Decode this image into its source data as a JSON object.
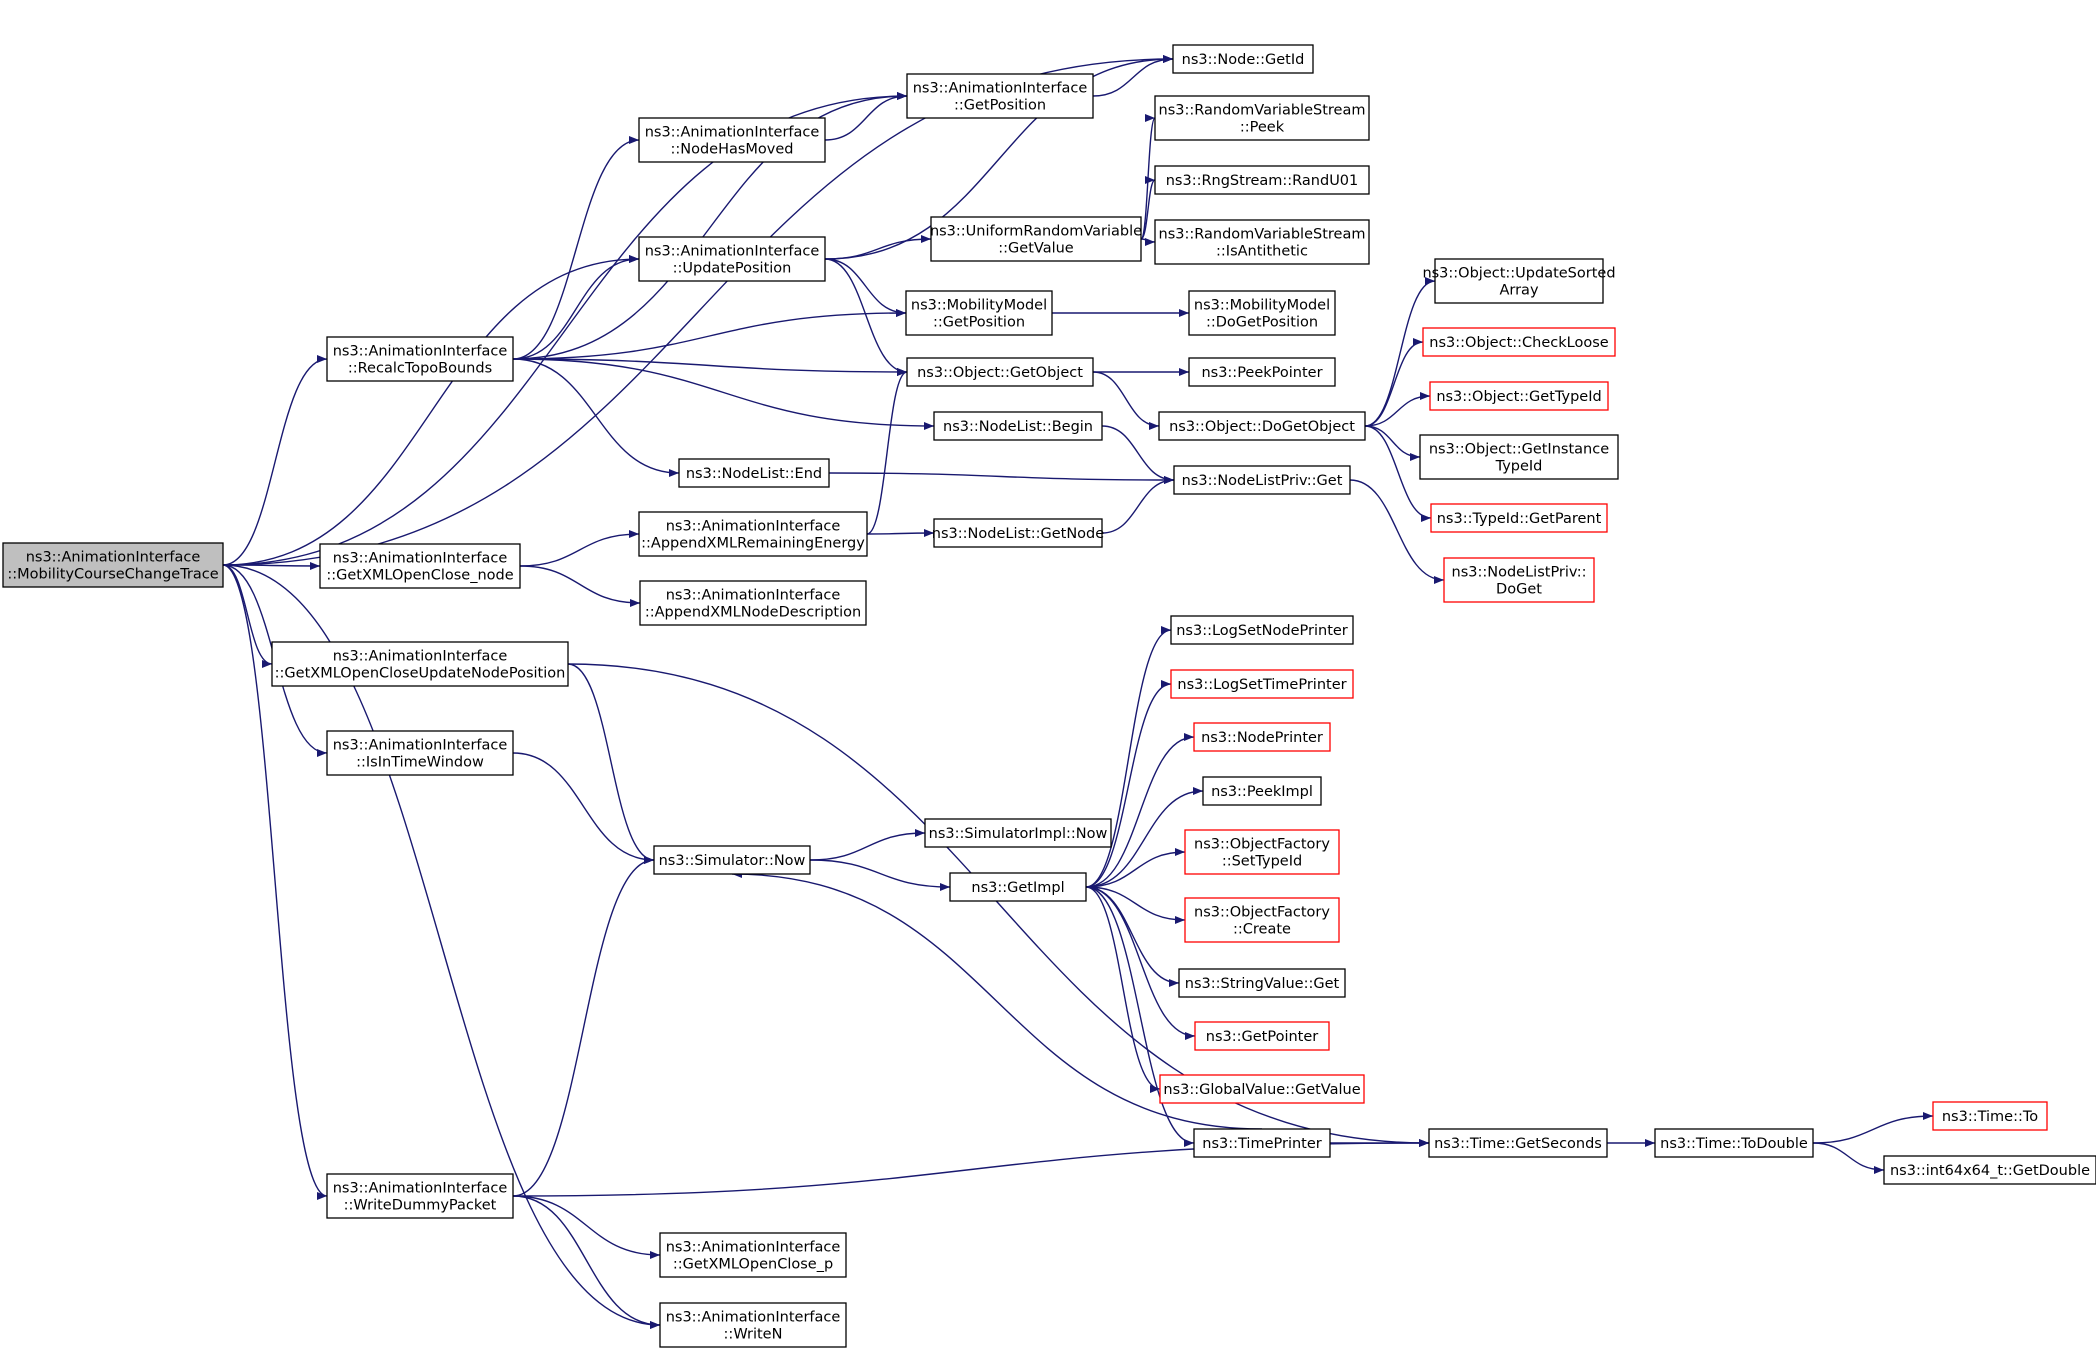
{
  "nodes": [
    {
      "id": "root",
      "lines": [
        "ns3::AnimationInterface",
        "::MobilityCourseChangeTrace"
      ],
      "style": "root"
    },
    {
      "id": "getid",
      "lines": [
        "ns3::Node::GetId"
      ],
      "style": "normal"
    },
    {
      "id": "ai_getpos",
      "lines": [
        "ns3::AnimationInterface",
        "::GetPosition"
      ],
      "style": "normal"
    },
    {
      "id": "nodehasmoved",
      "lines": [
        "ns3::AnimationInterface",
        "::NodeHasMoved"
      ],
      "style": "normal"
    },
    {
      "id": "rvs_peek",
      "lines": [
        "ns3::RandomVariableStream",
        "::Peek"
      ],
      "style": "normal"
    },
    {
      "id": "randu01",
      "lines": [
        "ns3::RngStream::RandU01"
      ],
      "style": "normal"
    },
    {
      "id": "urv_getvalue",
      "lines": [
        "ns3::UniformRandomVariable",
        "::GetValue"
      ],
      "style": "normal"
    },
    {
      "id": "rvs_isanti",
      "lines": [
        "ns3::RandomVariableStream",
        "::IsAntithetic"
      ],
      "style": "normal"
    },
    {
      "id": "updatepos",
      "lines": [
        "ns3::AnimationInterface",
        "::UpdatePosition"
      ],
      "style": "normal"
    },
    {
      "id": "mm_getpos",
      "lines": [
        "ns3::MobilityModel",
        "::GetPosition"
      ],
      "style": "normal"
    },
    {
      "id": "mm_dogetpos",
      "lines": [
        "ns3::MobilityModel",
        "::DoGetPosition"
      ],
      "style": "normal"
    },
    {
      "id": "obj_updsorted",
      "lines": [
        "ns3::Object::UpdateSorted",
        "Array"
      ],
      "style": "normal"
    },
    {
      "id": "recalc",
      "lines": [
        "ns3::AnimationInterface",
        "::RecalcTopoBounds"
      ],
      "style": "normal"
    },
    {
      "id": "obj_getobject",
      "lines": [
        "ns3::Object::GetObject"
      ],
      "style": "normal"
    },
    {
      "id": "peekpointer",
      "lines": [
        "ns3::PeekPointer"
      ],
      "style": "normal"
    },
    {
      "id": "obj_checkloose",
      "lines": [
        "ns3::Object::CheckLoose"
      ],
      "style": "red"
    },
    {
      "id": "obj_gettypeid",
      "lines": [
        "ns3::Object::GetTypeId"
      ],
      "style": "red"
    },
    {
      "id": "nl_begin",
      "lines": [
        "ns3::NodeList::Begin"
      ],
      "style": "normal"
    },
    {
      "id": "obj_dogetobject",
      "lines": [
        "ns3::Object::DoGetObject"
      ],
      "style": "normal"
    },
    {
      "id": "obj_getinst",
      "lines": [
        "ns3::Object::GetInstance",
        "TypeId"
      ],
      "style": "normal"
    },
    {
      "id": "nl_end",
      "lines": [
        "ns3::NodeList::End"
      ],
      "style": "normal"
    },
    {
      "id": "nlp_get",
      "lines": [
        "ns3::NodeListPriv::Get"
      ],
      "style": "normal"
    },
    {
      "id": "typeid_getparent",
      "lines": [
        "ns3::TypeId::GetParent"
      ],
      "style": "red"
    },
    {
      "id": "appendenergy",
      "lines": [
        "ns3::AnimationInterface",
        "::AppendXMLRemainingEnergy"
      ],
      "style": "normal"
    },
    {
      "id": "nl_getnode",
      "lines": [
        "ns3::NodeList::GetNode"
      ],
      "style": "normal"
    },
    {
      "id": "nlp_doget",
      "lines": [
        "ns3::NodeListPriv::",
        "DoGet"
      ],
      "style": "red"
    },
    {
      "id": "getxml_node",
      "lines": [
        "ns3::AnimationInterface",
        "::GetXMLOpenClose_node"
      ],
      "style": "normal"
    },
    {
      "id": "appendnodedesc",
      "lines": [
        "ns3::AnimationInterface",
        "::AppendXMLNodeDescription"
      ],
      "style": "normal"
    },
    {
      "id": "logsetnode",
      "lines": [
        "ns3::LogSetNodePrinter"
      ],
      "style": "normal"
    },
    {
      "id": "getxml_update",
      "lines": [
        "ns3::AnimationInterface",
        "::GetXMLOpenCloseUpdateNodePosition"
      ],
      "style": "normal"
    },
    {
      "id": "logsettime",
      "lines": [
        "ns3::LogSetTimePrinter"
      ],
      "style": "red"
    },
    {
      "id": "nodeprinter",
      "lines": [
        "ns3::NodePrinter"
      ],
      "style": "red"
    },
    {
      "id": "istimewindow",
      "lines": [
        "ns3::AnimationInterface",
        "::IsInTimeWindow"
      ],
      "style": "normal"
    },
    {
      "id": "peekimpl",
      "lines": [
        "ns3::PeekImpl"
      ],
      "style": "normal"
    },
    {
      "id": "simimpl_now",
      "lines": [
        "ns3::SimulatorImpl::Now"
      ],
      "style": "normal"
    },
    {
      "id": "of_settypeid",
      "lines": [
        "ns3::ObjectFactory",
        "::SetTypeId"
      ],
      "style": "red"
    },
    {
      "id": "sim_now",
      "lines": [
        "ns3::Simulator::Now"
      ],
      "style": "normal"
    },
    {
      "id": "getimpl",
      "lines": [
        "ns3::GetImpl"
      ],
      "style": "normal"
    },
    {
      "id": "of_create",
      "lines": [
        "ns3::ObjectFactory",
        "::Create"
      ],
      "style": "red"
    },
    {
      "id": "stringvalue_get",
      "lines": [
        "ns3::StringValue::Get"
      ],
      "style": "normal"
    },
    {
      "id": "getpointer",
      "lines": [
        "ns3::GetPointer"
      ],
      "style": "red"
    },
    {
      "id": "gv_getvalue",
      "lines": [
        "ns3::GlobalValue::GetValue"
      ],
      "style": "red"
    },
    {
      "id": "time_to",
      "lines": [
        "ns3::Time::To"
      ],
      "style": "red"
    },
    {
      "id": "timeprinter",
      "lines": [
        "ns3::TimePrinter"
      ],
      "style": "normal"
    },
    {
      "id": "time_getseconds",
      "lines": [
        "ns3::Time::GetSeconds"
      ],
      "style": "normal"
    },
    {
      "id": "time_todouble",
      "lines": [
        "ns3::Time::ToDouble"
      ],
      "style": "normal"
    },
    {
      "id": "int64_getdouble",
      "lines": [
        "ns3::int64x64_t::GetDouble"
      ],
      "style": "normal"
    },
    {
      "id": "writedummy",
      "lines": [
        "ns3::AnimationInterface",
        "::WriteDummyPacket"
      ],
      "style": "normal"
    },
    {
      "id": "getxml_p",
      "lines": [
        "ns3::AnimationInterface",
        "::GetXMLOpenClose_p"
      ],
      "style": "normal"
    },
    {
      "id": "writen",
      "lines": [
        "ns3::AnimationInterface",
        "::WriteN"
      ],
      "style": "normal"
    }
  ],
  "edges": [
    [
      "root",
      "getid"
    ],
    [
      "root",
      "ai_getpos"
    ],
    [
      "root",
      "updatepos"
    ],
    [
      "root",
      "recalc"
    ],
    [
      "root",
      "getxml_node"
    ],
    [
      "root",
      "getxml_update"
    ],
    [
      "root",
      "istimewindow"
    ],
    [
      "root",
      "writedummy"
    ],
    [
      "root",
      "writen"
    ],
    [
      "ai_getpos",
      "getid"
    ],
    [
      "nodehasmoved",
      "ai_getpos"
    ],
    [
      "urv_getvalue",
      "rvs_peek"
    ],
    [
      "urv_getvalue",
      "randu01"
    ],
    [
      "urv_getvalue",
      "rvs_isanti"
    ],
    [
      "updatepos",
      "getid"
    ],
    [
      "updatepos",
      "urv_getvalue"
    ],
    [
      "updatepos",
      "mm_getpos"
    ],
    [
      "updatepos",
      "obj_getobject"
    ],
    [
      "mm_getpos",
      "mm_dogetpos"
    ],
    [
      "recalc",
      "nodehasmoved"
    ],
    [
      "recalc",
      "ai_getpos"
    ],
    [
      "recalc",
      "updatepos"
    ],
    [
      "recalc",
      "mm_getpos"
    ],
    [
      "recalc",
      "obj_getobject"
    ],
    [
      "recalc",
      "nl_begin"
    ],
    [
      "recalc",
      "nl_end"
    ],
    [
      "obj_getobject",
      "peekpointer"
    ],
    [
      "obj_getobject",
      "obj_dogetobject"
    ],
    [
      "obj_dogetobject",
      "obj_updsorted"
    ],
    [
      "obj_dogetobject",
      "obj_checkloose"
    ],
    [
      "obj_dogetobject",
      "obj_gettypeid"
    ],
    [
      "obj_dogetobject",
      "obj_getinst"
    ],
    [
      "obj_dogetobject",
      "typeid_getparent"
    ],
    [
      "nl_begin",
      "nlp_get"
    ],
    [
      "nl_end",
      "nlp_get"
    ],
    [
      "nlp_get",
      "nlp_doget"
    ],
    [
      "getxml_node",
      "appendenergy"
    ],
    [
      "getxml_node",
      "appendnodedesc"
    ],
    [
      "appendenergy",
      "obj_getobject"
    ],
    [
      "appendenergy",
      "nl_getnode"
    ],
    [
      "nl_getnode",
      "nlp_get"
    ],
    [
      "getxml_update",
      "sim_now"
    ],
    [
      "getxml_update",
      "time_getseconds"
    ],
    [
      "istimewindow",
      "sim_now"
    ],
    [
      "sim_now",
      "simimpl_now"
    ],
    [
      "sim_now",
      "getimpl"
    ],
    [
      "getimpl",
      "logsetnode"
    ],
    [
      "getimpl",
      "logsettime"
    ],
    [
      "getimpl",
      "nodeprinter"
    ],
    [
      "getimpl",
      "peekimpl"
    ],
    [
      "getimpl",
      "of_settypeid"
    ],
    [
      "getimpl",
      "of_create"
    ],
    [
      "getimpl",
      "stringvalue_get"
    ],
    [
      "getimpl",
      "getpointer"
    ],
    [
      "getimpl",
      "gv_getvalue"
    ],
    [
      "getimpl",
      "timeprinter"
    ],
    [
      "timeprinter",
      "sim_now"
    ],
    [
      "timeprinter",
      "time_getseconds"
    ],
    [
      "time_getseconds",
      "time_todouble"
    ],
    [
      "time_todouble",
      "time_to"
    ],
    [
      "time_todouble",
      "int64_getdouble"
    ],
    [
      "writedummy",
      "sim_now"
    ],
    [
      "writedummy",
      "time_getseconds"
    ],
    [
      "writedummy",
      "getxml_p"
    ],
    [
      "writedummy",
      "writen"
    ]
  ],
  "colors": {
    "edge": "#191970",
    "node_border": "#000000",
    "node_border_external": "#ff0000",
    "root_fill": "#bfbfbf"
  }
}
